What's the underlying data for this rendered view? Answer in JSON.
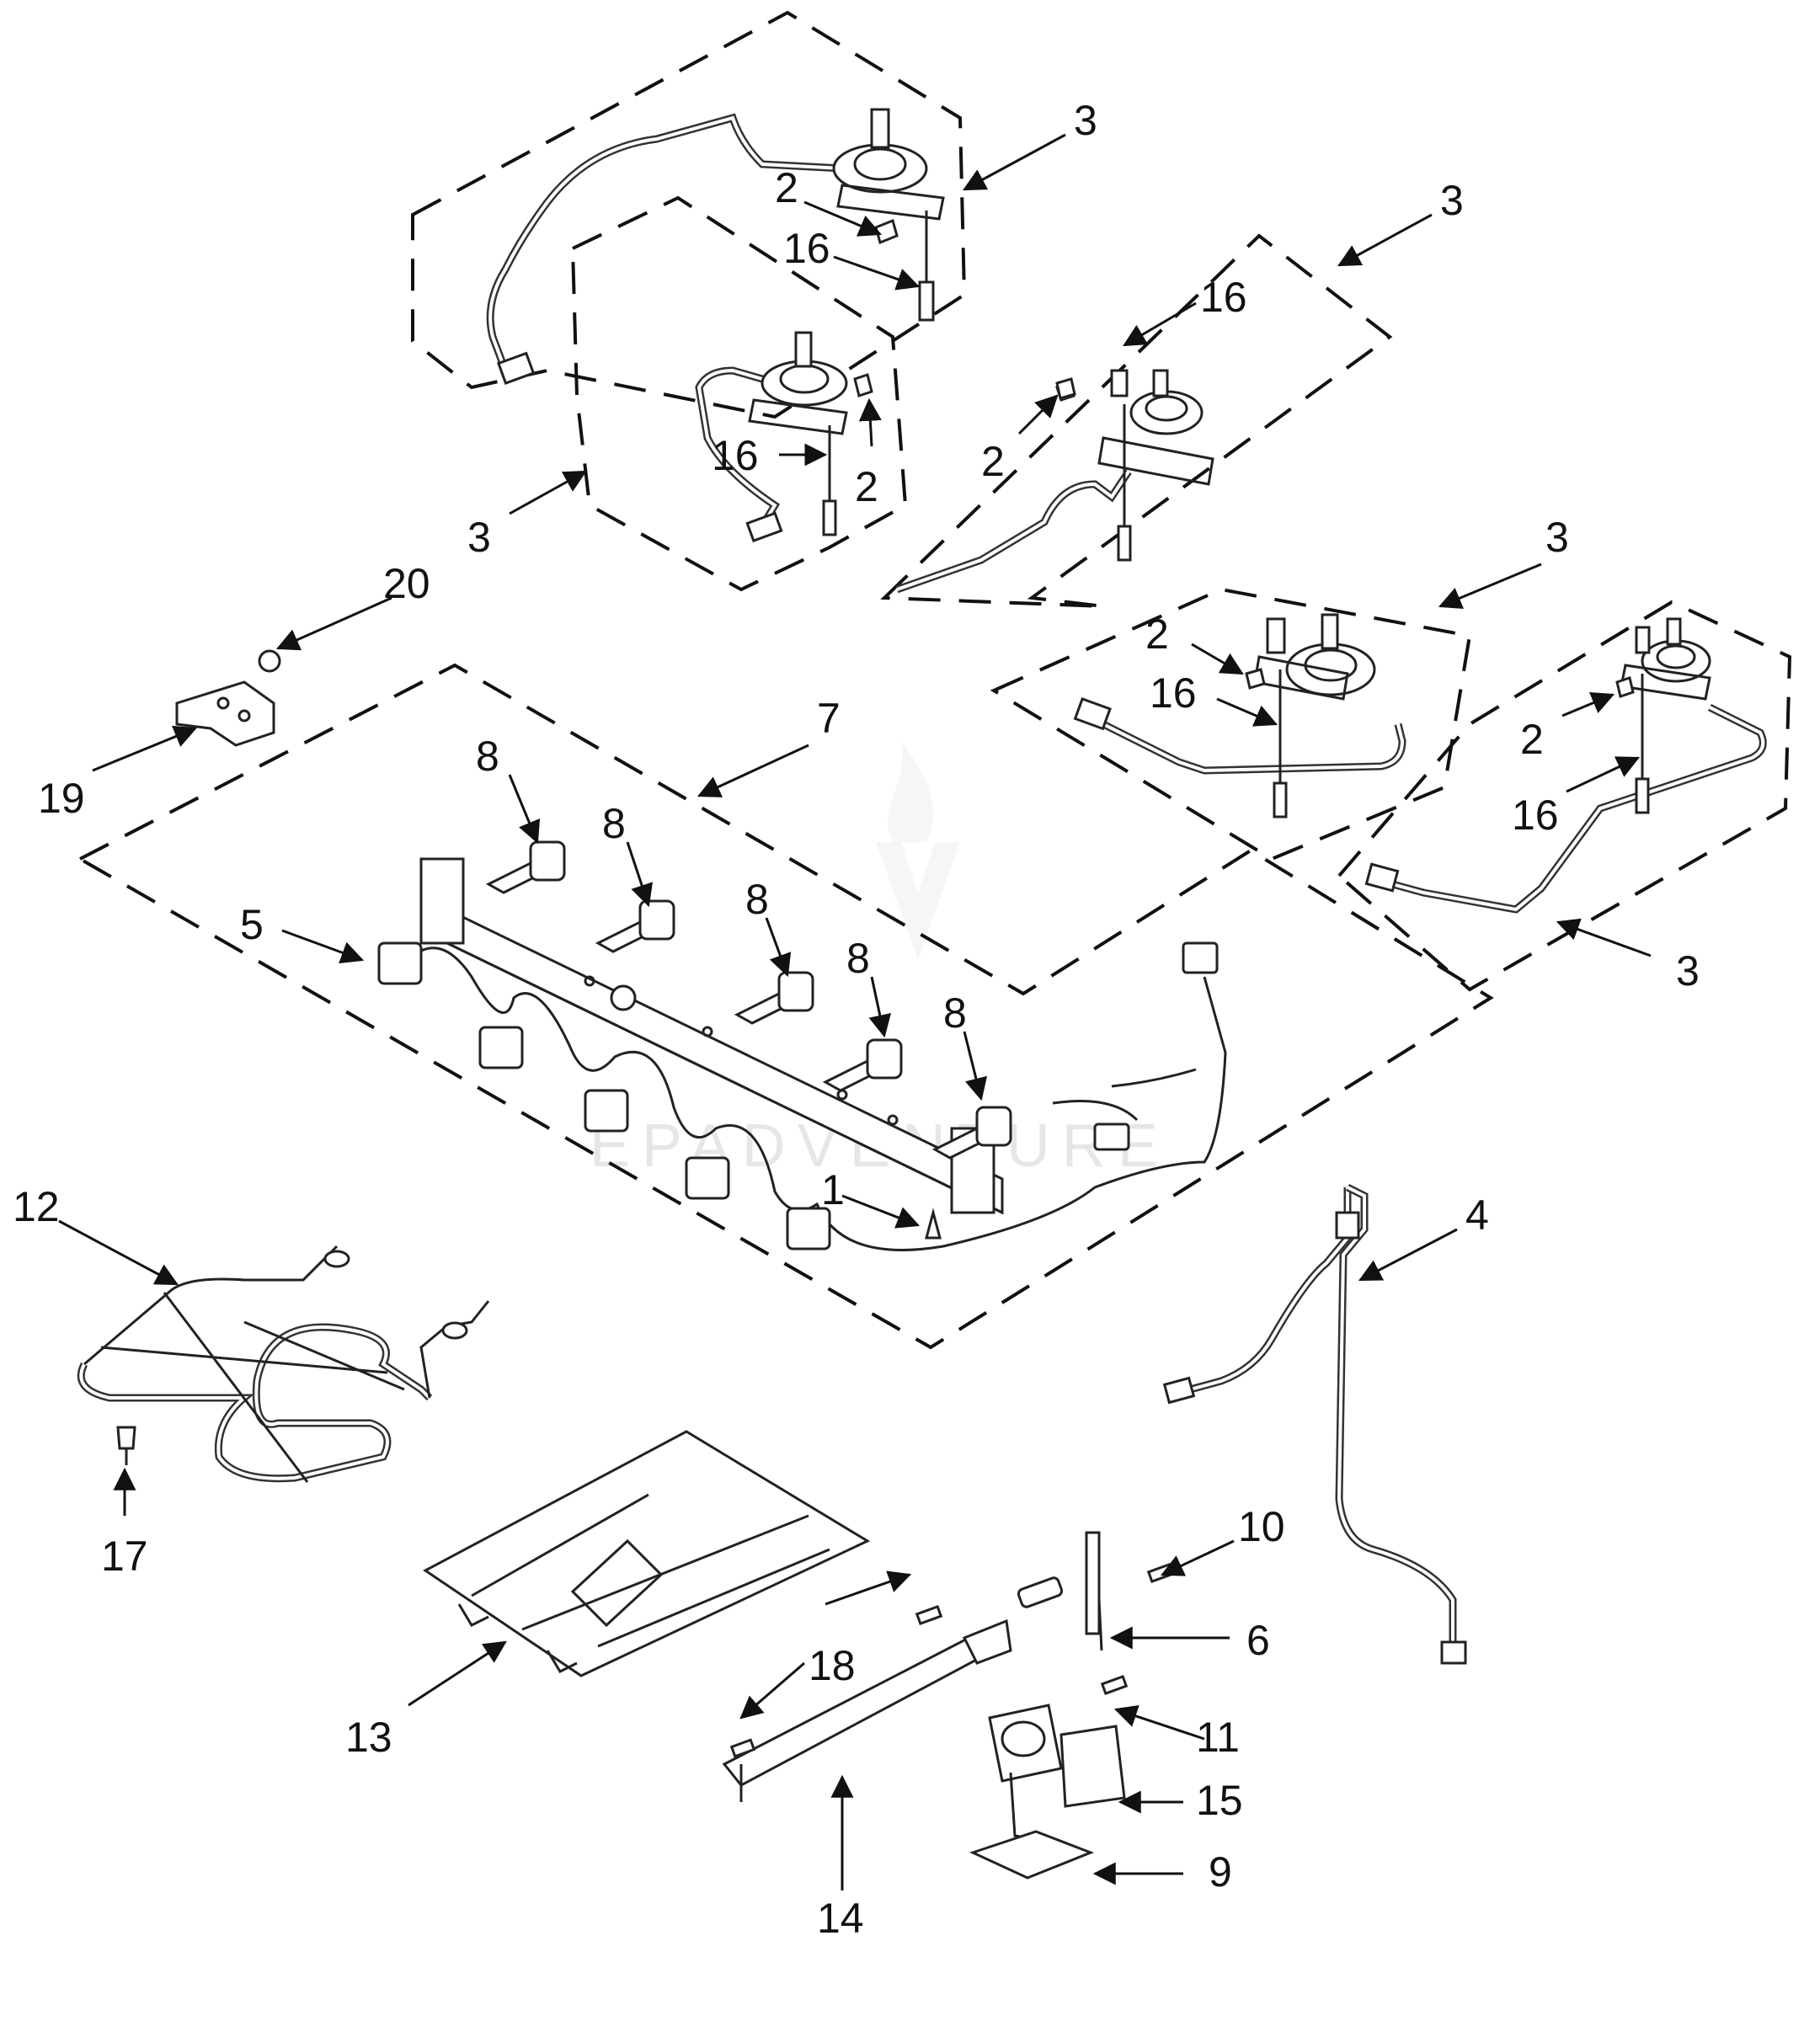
{
  "callouts": {
    "c1": "1",
    "c2": "2",
    "c3": "3",
    "c4": "4",
    "c5": "5",
    "c6": "6",
    "c7": "7",
    "c8": "8",
    "c9": "9",
    "c10": "10",
    "c11": "11",
    "c12": "12",
    "c13": "13",
    "c14": "14",
    "c15": "15",
    "c16": "16",
    "c17": "17",
    "c18": "18",
    "c19": "19",
    "c20": "20"
  },
  "watermark": "EPADVENTURE",
  "colors": {
    "line": "#111111",
    "watermark": "#e6e6e6"
  }
}
